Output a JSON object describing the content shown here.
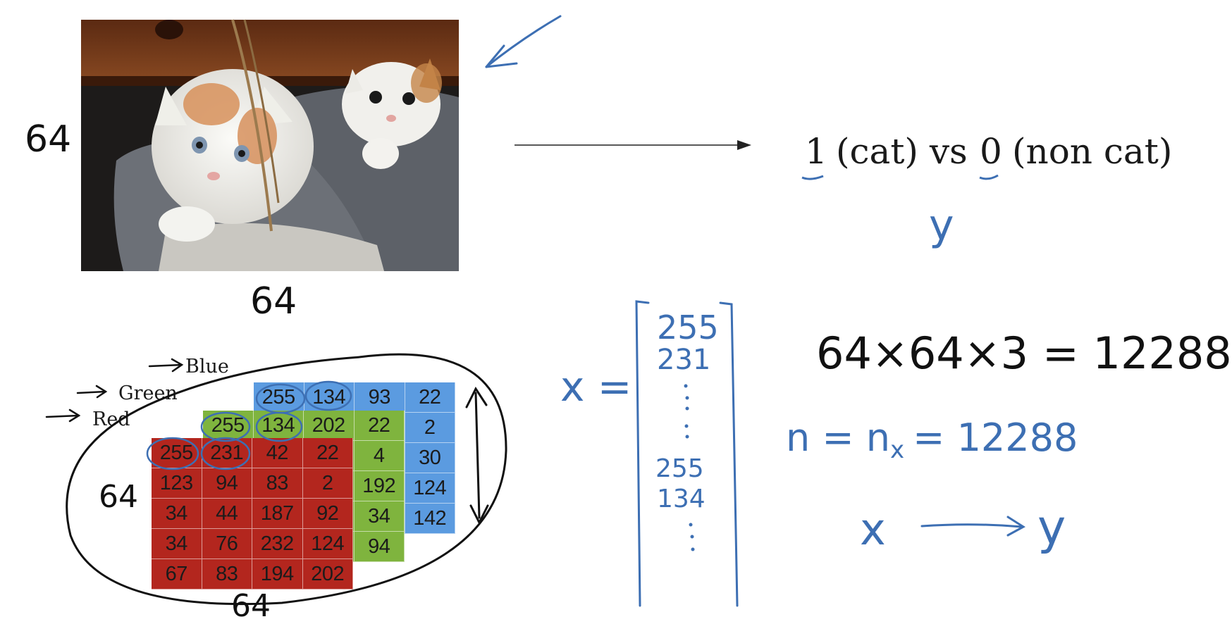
{
  "labels": {
    "photo_height": "64",
    "photo_width": "64",
    "output_one": "1",
    "output_cat": "(cat) vs",
    "output_zero": "0",
    "output_noncat": "(non cat)",
    "y_label": "y"
  },
  "channels": {
    "blue": "Blue",
    "green": "Green",
    "red": "Red"
  },
  "matrices": {
    "blue": [
      [
        "255",
        "134",
        "93",
        "22"
      ],
      [
        "",
        "",
        "",
        "2"
      ],
      [
        "",
        "",
        "",
        "30"
      ],
      [
        "",
        "",
        "",
        "124"
      ],
      [
        "",
        "",
        "",
        "142"
      ]
    ],
    "green": [
      [
        "255",
        "134",
        "202",
        "22"
      ],
      [
        "",
        "",
        "",
        "4"
      ],
      [
        "",
        "",
        "",
        "192"
      ],
      [
        "",
        "",
        "",
        "34"
      ],
      [
        "",
        "",
        "",
        "94"
      ]
    ],
    "red": [
      [
        "255",
        "231",
        "42",
        "22"
      ],
      [
        "123",
        "94",
        "83",
        "2"
      ],
      [
        "34",
        "44",
        "187",
        "92"
      ],
      [
        "34",
        "76",
        "232",
        "124"
      ],
      [
        "67",
        "83",
        "194",
        "202"
      ]
    ]
  },
  "matrix_size_labels": {
    "side": "64",
    "bottom": "64"
  },
  "vector": {
    "x_eq": "x =",
    "entries": [
      "255",
      "231",
      "255",
      "134"
    ]
  },
  "equations": {
    "dims": "64×64×3 = 12288",
    "n": "n = n",
    "n_sub": "x",
    "n_value": "= 12288",
    "mapping_x": "x",
    "mapping_y": "y"
  },
  "colors": {
    "ink_blue": "#3d6fb3",
    "ink_black": "#111111",
    "blue_channel": "#5b9be0",
    "green_channel": "#7fb43e",
    "red_channel": "#b3261e"
  }
}
